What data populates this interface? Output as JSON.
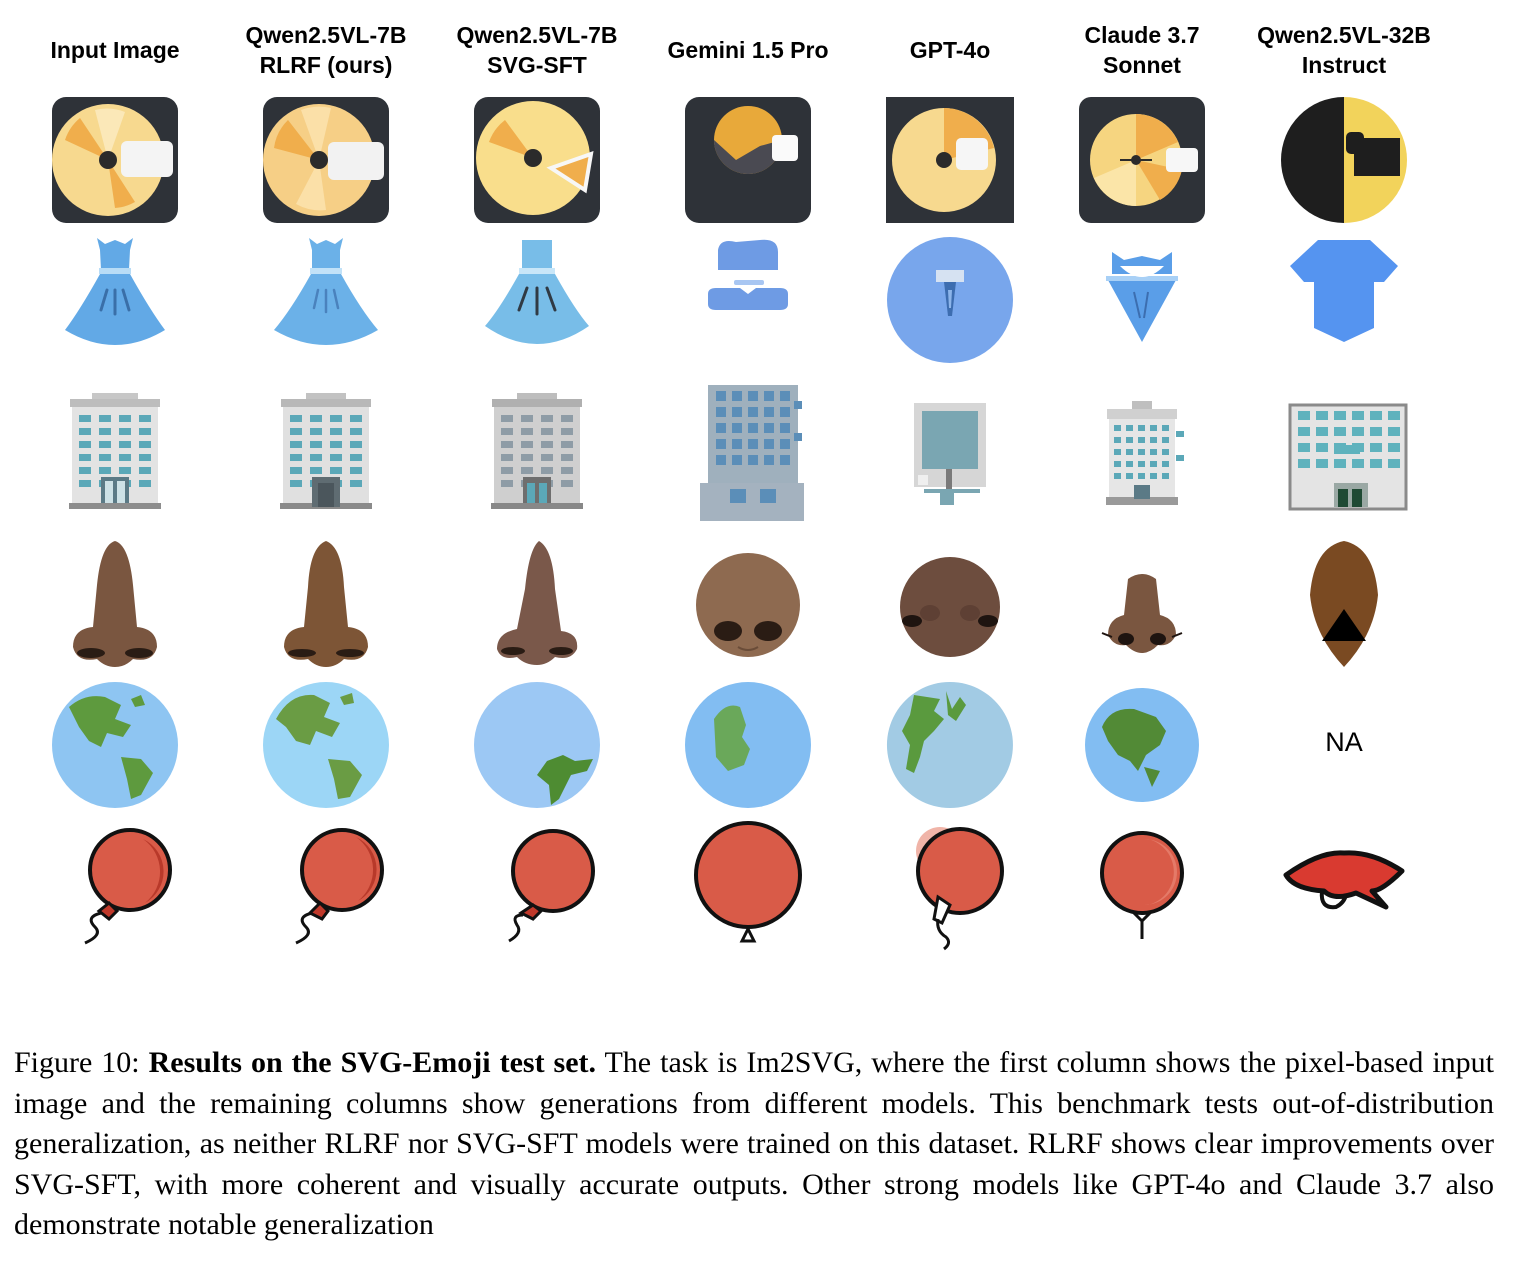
{
  "figure": {
    "columns": [
      "Input Image",
      "Qwen2.5VL-7B\nRLRF (ours)",
      "Qwen2.5VL-7B\nSVG-SFT",
      "Gemini 1.5 Pro",
      "GPT-4o",
      "Claude 3.7\nSonnet",
      "Qwen2.5VL-32B\nInstruct"
    ],
    "rows": [
      "dvd",
      "dress",
      "office-building",
      "nose",
      "globe",
      "balloon"
    ],
    "missing_output_label": "NA",
    "colors": {
      "disc_yellow": "#f7d98f",
      "disc_orange": "#f0ae4c",
      "tile_dark": "#2e3238",
      "dress_blue": "#62a9e6",
      "building_gray": "#c9c9c9",
      "window_teal": "#5ba8b8",
      "nose_brown": "#7a5640",
      "globe_blue": "#8ec5f2",
      "land_green": "#5e9a3e",
      "balloon_red": "#d95b48"
    }
  },
  "caption": {
    "label": "Figure 10:",
    "title": "Results on the SVG-Emoji test set.",
    "text": "The task is Im2SVG, where the first column shows the pixel-based input image and the remaining columns show generations from different models. This benchmark tests out-of-distribution generalization, as neither RLRF nor SVG-SFT models were trained on this dataset. RLRF shows clear improvements over SVG-SFT, with more coherent and visually accurate outputs. Other strong models like GPT-4o and Claude 3.7 also demonstrate notable generalization"
  }
}
